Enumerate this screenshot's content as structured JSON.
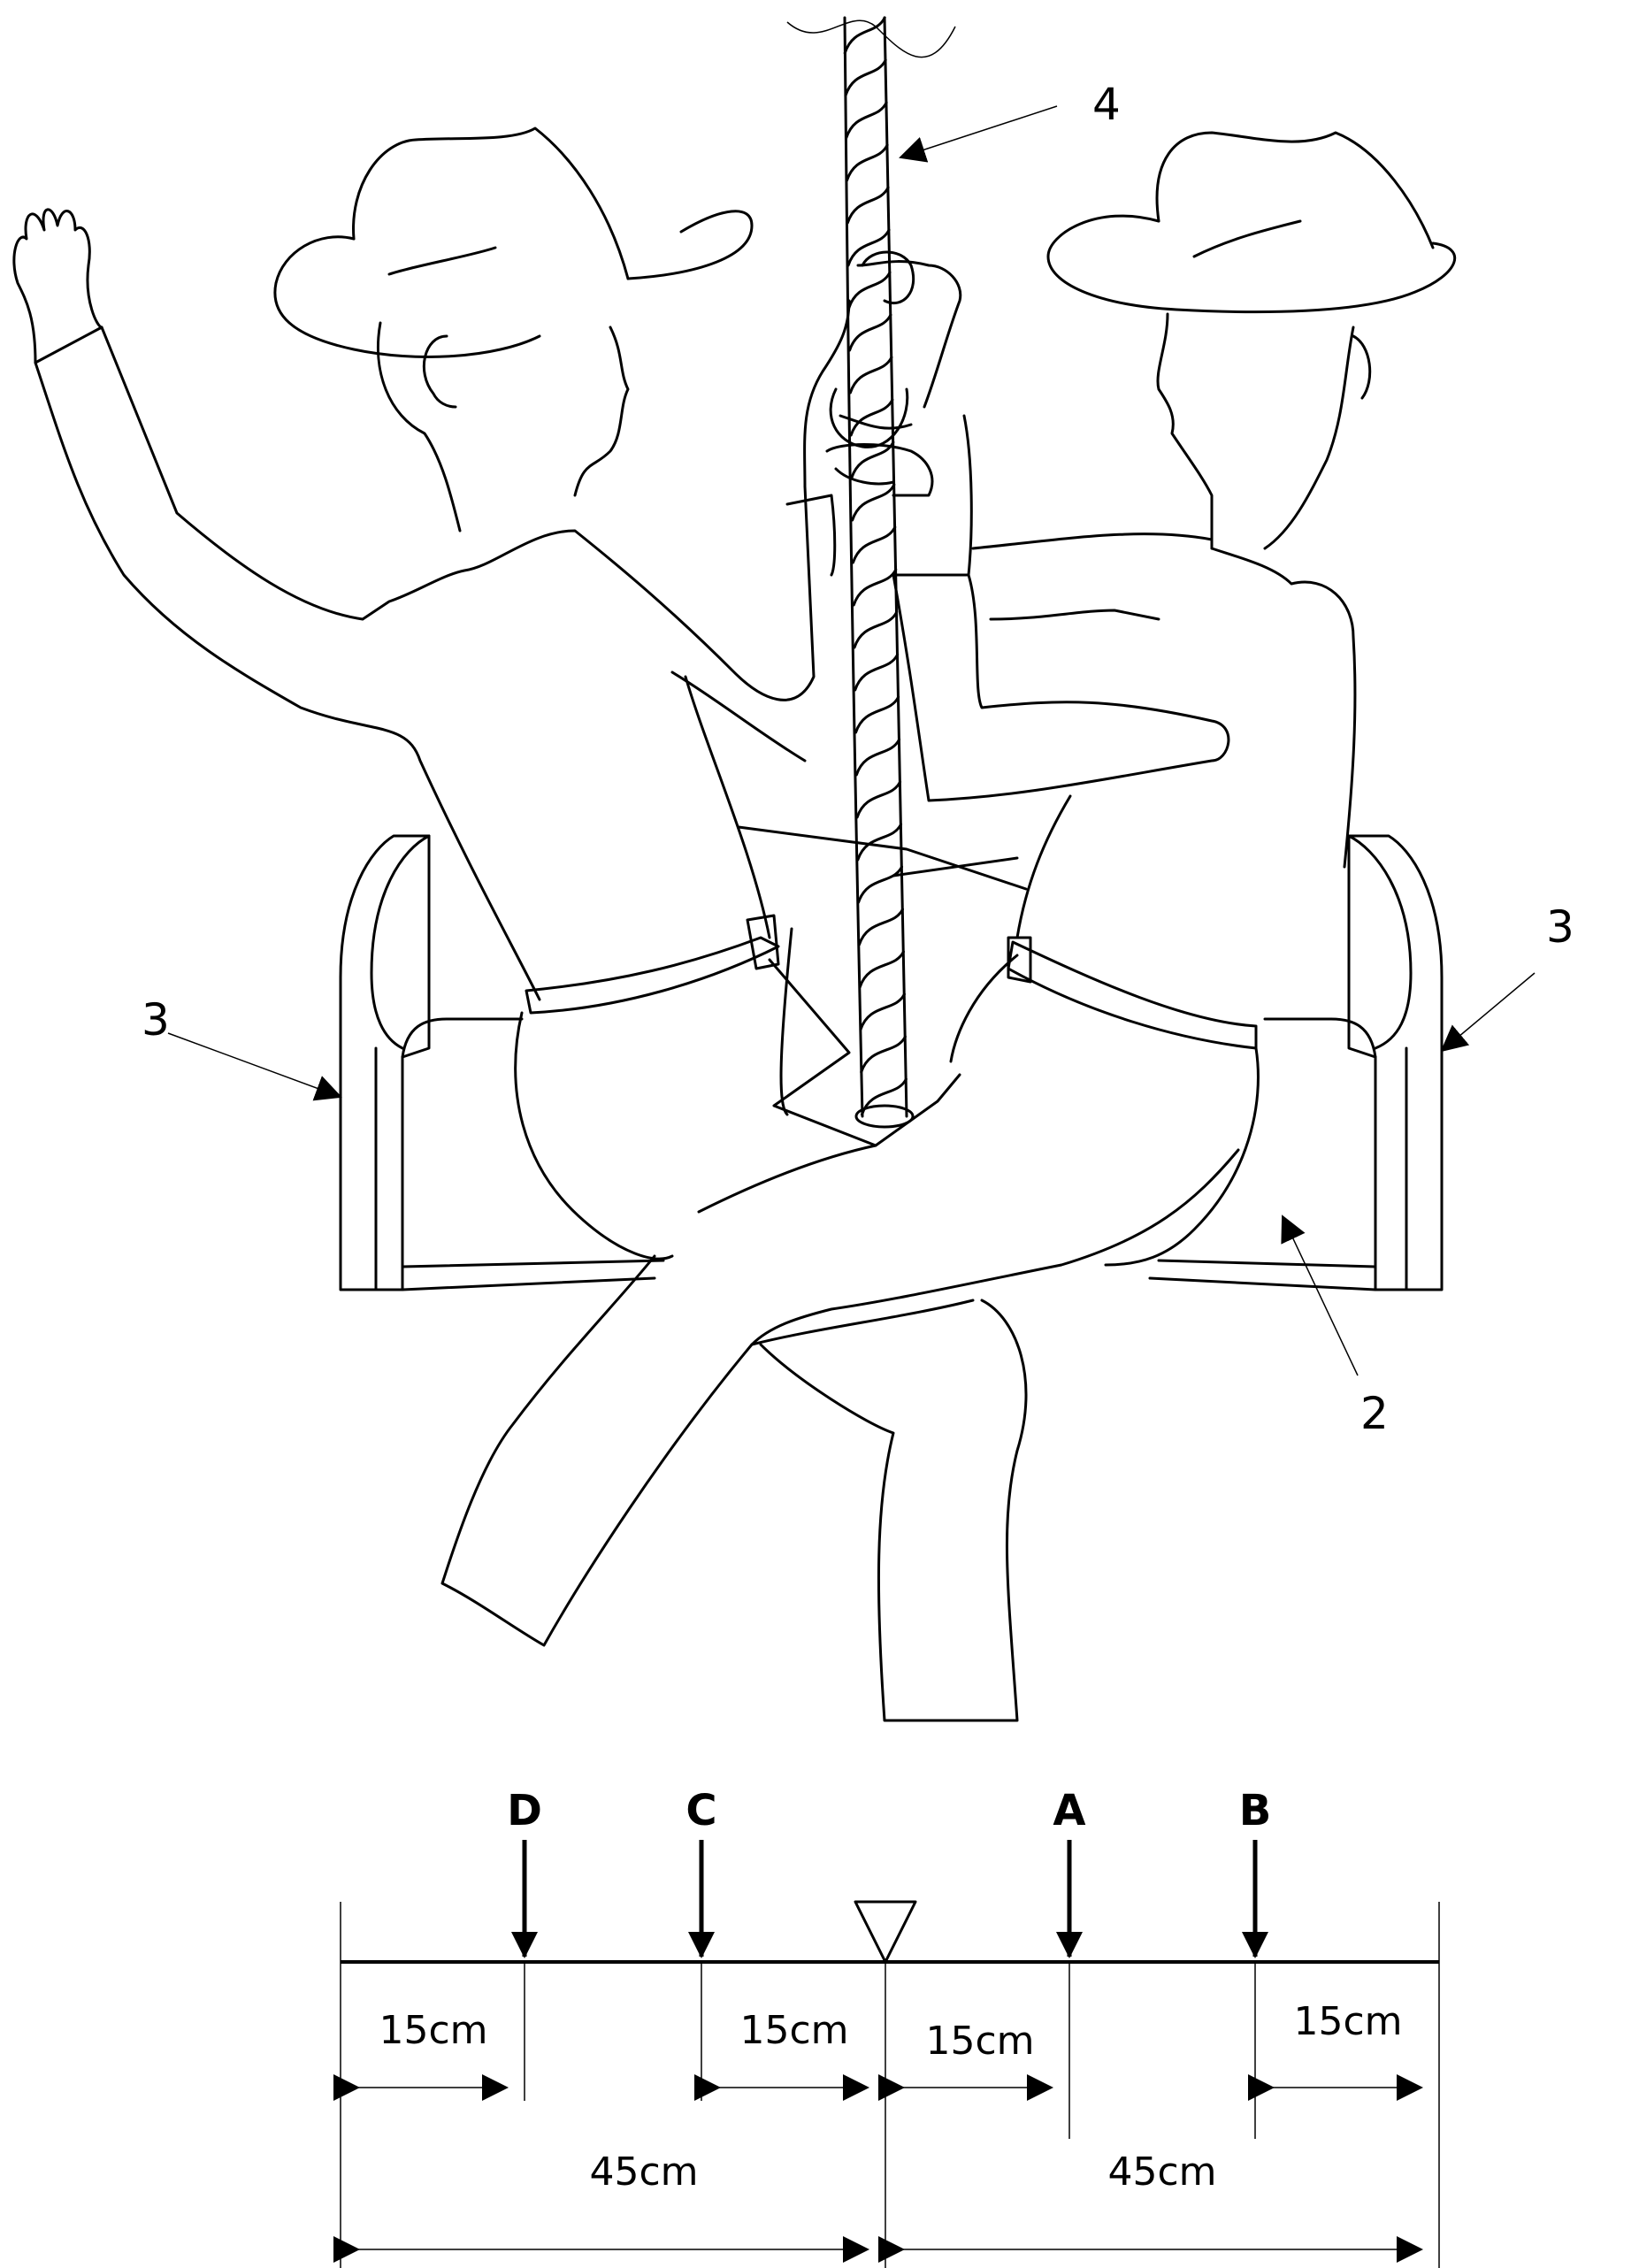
{
  "callouts": {
    "seat": "2",
    "side_guard_left": "3",
    "side_guard_right": "3",
    "rope": "4"
  },
  "beam": {
    "forces": {
      "D": "D",
      "C": "C",
      "A": "A",
      "B": "B"
    },
    "dimensions": {
      "left_outer": "15cm",
      "left_inner": "15cm",
      "right_inner": "15cm",
      "right_outer": "15cm",
      "left_total": "45cm",
      "right_total": "45cm"
    }
  }
}
